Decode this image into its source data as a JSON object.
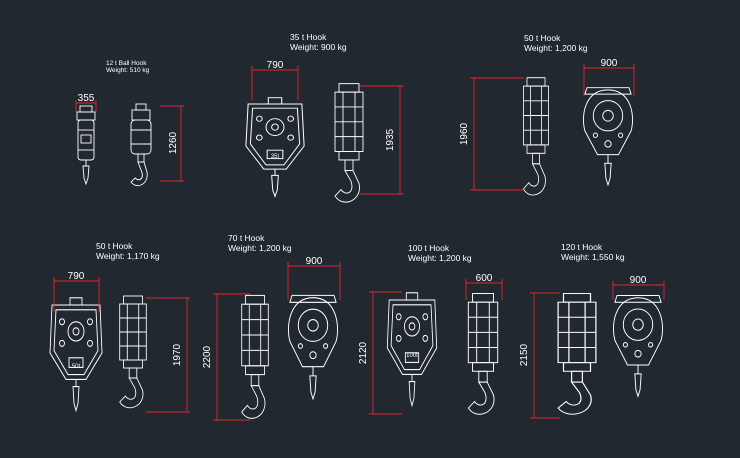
{
  "drawing": {
    "background": "#212830",
    "line_color": "#ffffff",
    "dimension_color": "#e0262f",
    "blocks": [
      {
        "title": "12 t Ball Hook",
        "weight": "Weight: 510 kg",
        "dimensions": [
          "355",
          "1260"
        ]
      },
      {
        "title": "35 t Hook",
        "weight": "Weight: 900 kg",
        "dimensions": [
          "790",
          "1935"
        ]
      },
      {
        "title": "50 t Hook",
        "weight": "Weight: 1,200 kg",
        "dimensions": [
          "900",
          "1960"
        ]
      },
      {
        "title": "50 t Hook",
        "weight": "Weight: 1,170 kg",
        "dimensions": [
          "790",
          "1970"
        ]
      },
      {
        "title": "70 t Hook",
        "weight": "Weight: 1,200 kg",
        "dimensions": [
          "900",
          "2200"
        ]
      },
      {
        "title": "100 t Hook",
        "weight": "Weight: 1,200 kg",
        "dimensions": [
          "600",
          "2120"
        ]
      },
      {
        "title": "120 t Hook",
        "weight": "Weight: 1,550 kg",
        "dimensions": [
          "900",
          "2150"
        ]
      }
    ],
    "plate_labels": [
      "35t",
      "50t",
      "100t"
    ]
  }
}
